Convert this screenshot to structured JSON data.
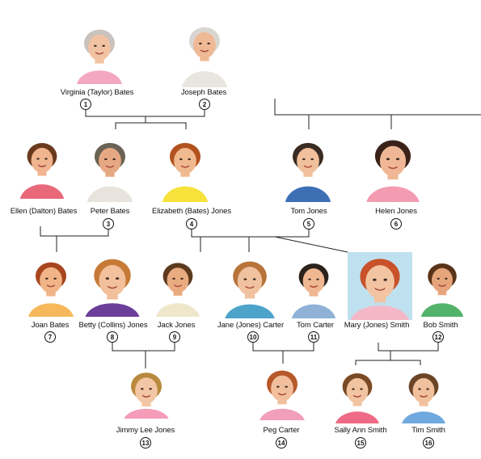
{
  "people": [
    {
      "id": "p1",
      "name": "Virginia (Taylor) Bates",
      "number": "1",
      "hair": "#c9c2bd",
      "skin": "#f2c3a3",
      "shirt": "#f4a7c0",
      "bg": "none"
    },
    {
      "id": "p2",
      "name": "Joseph Bates",
      "number": "2",
      "hair": "#d9d6d2",
      "skin": "#efb995",
      "shirt": "#e9e6e0",
      "bg": "none"
    },
    {
      "id": "p3",
      "name": "Peter Bates",
      "number": "3",
      "hair": "#6b6256",
      "skin": "#e6a883",
      "shirt": "#e8e4dd",
      "bg": "none"
    },
    {
      "id": "p4",
      "name": "Elizabeth (Bates) Jones",
      "number": "4",
      "hair": "#b3521f",
      "skin": "#f0b98f",
      "shirt": "#f6e23a",
      "bg": "none"
    },
    {
      "id": "p5",
      "name": "Tom Jones",
      "number": "5",
      "hair": "#3a2c22",
      "skin": "#f1c09c",
      "shirt": "#3d6fb5",
      "bg": "none"
    },
    {
      "id": "p6",
      "name": "Helen Jones",
      "number": "6",
      "hair": "#3b2219",
      "skin": "#efb795",
      "shirt": "#f39bb1",
      "bg": "none"
    },
    {
      "id": "p7",
      "name": "Joan Bates",
      "number": "7",
      "hair": "#a8461d",
      "skin": "#f0b487",
      "shirt": "#f6b85a",
      "bg": "none"
    },
    {
      "id": "p8",
      "name": "Betty (Collins) Jones",
      "number": "8",
      "hair": "#c67a36",
      "skin": "#f2c09b",
      "shirt": "#6b3e9a",
      "bg": "none"
    },
    {
      "id": "p9",
      "name": "Jack Jones",
      "number": "9",
      "hair": "#5c3a1f",
      "skin": "#e9ab80",
      "shirt": "#efe7c9",
      "bg": "none"
    },
    {
      "id": "p10",
      "name": "Jane (Jones) Carter",
      "number": "10",
      "hair": "#b7743a",
      "skin": "#f1c29f",
      "shirt": "#4da3c9",
      "bg": "none"
    },
    {
      "id": "p11",
      "name": "Tom Carter",
      "number": "11",
      "hair": "#2b221c",
      "skin": "#efb792",
      "shirt": "#8fb1d6",
      "bg": "none"
    },
    {
      "id": "p12",
      "name": "Mary (Jones) Smith",
      "number": "",
      "hair": "#c9522a",
      "skin": "#f2c4a2",
      "shirt": "#f4b7c6",
      "bg": "#bfe1ef"
    },
    {
      "id": "p13",
      "name": "Bob Smith",
      "number": "12",
      "hair": "#5a3418",
      "skin": "#e7a57c",
      "shirt": "#54b36a",
      "bg": "none"
    },
    {
      "id": "p14",
      "name": "Ellen (Dalton) Bates",
      "number": "",
      "hair": "#6a3a1e",
      "skin": "#f0b58f",
      "shirt": "#e9687a",
      "bg": "none"
    },
    {
      "id": "p15",
      "name": "Jimmy Lee Jones",
      "number": "13",
      "hair": "#b98a3d",
      "skin": "#f3c7a5",
      "shirt": "#f49cb8",
      "bg": "none"
    },
    {
      "id": "p16",
      "name": "Peg Carter",
      "number": "14",
      "hair": "#b7582a",
      "skin": "#f1bf9c",
      "shirt": "#f29fbb",
      "bg": "none"
    },
    {
      "id": "p17",
      "name": "Sally Ann Smith",
      "number": "15",
      "hair": "#7a4a26",
      "skin": "#f2c4a2",
      "shirt": "#ef6a86",
      "bg": "none"
    },
    {
      "id": "p18",
      "name": "Tim Smith",
      "number": "16",
      "hair": "#6b4528",
      "skin": "#f1c09c",
      "shirt": "#6fa9de",
      "bg": "none"
    }
  ]
}
